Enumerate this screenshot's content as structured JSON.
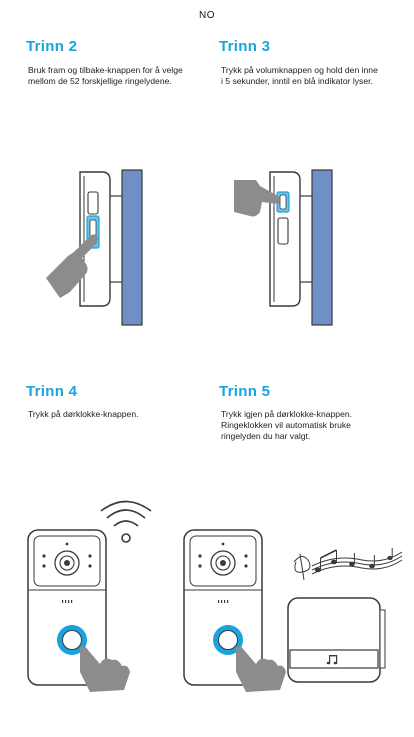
{
  "language_label": "NO",
  "steps": [
    {
      "title": "Trinn 2",
      "text": "Bruk fram og tilbake-knappen for å velge mellom de 52 forskjellige ringelydene."
    },
    {
      "title": "Trinn 3",
      "text": "Trykk på volumknappen og hold den inne i 5 sekunder, inntil en blå indikator lyser."
    },
    {
      "title": "Trinn 4",
      "text": "Trykk på dørklokke-knappen."
    },
    {
      "title": "Trinn 5",
      "text": "Trykk igjen på dørklokke-knappen. Ringeklokken vil automatisk bruke ringelyden du har valgt."
    }
  ],
  "colors": {
    "accent": "#1aa3dc",
    "wall_panel": "#6f8fc6",
    "hand": "#8c8c8c",
    "outline": "#3a3a3a"
  },
  "icons": [
    "hand-pointer-icon",
    "wifi-signal-icon",
    "music-notes-icon",
    "music-note-icon"
  ]
}
